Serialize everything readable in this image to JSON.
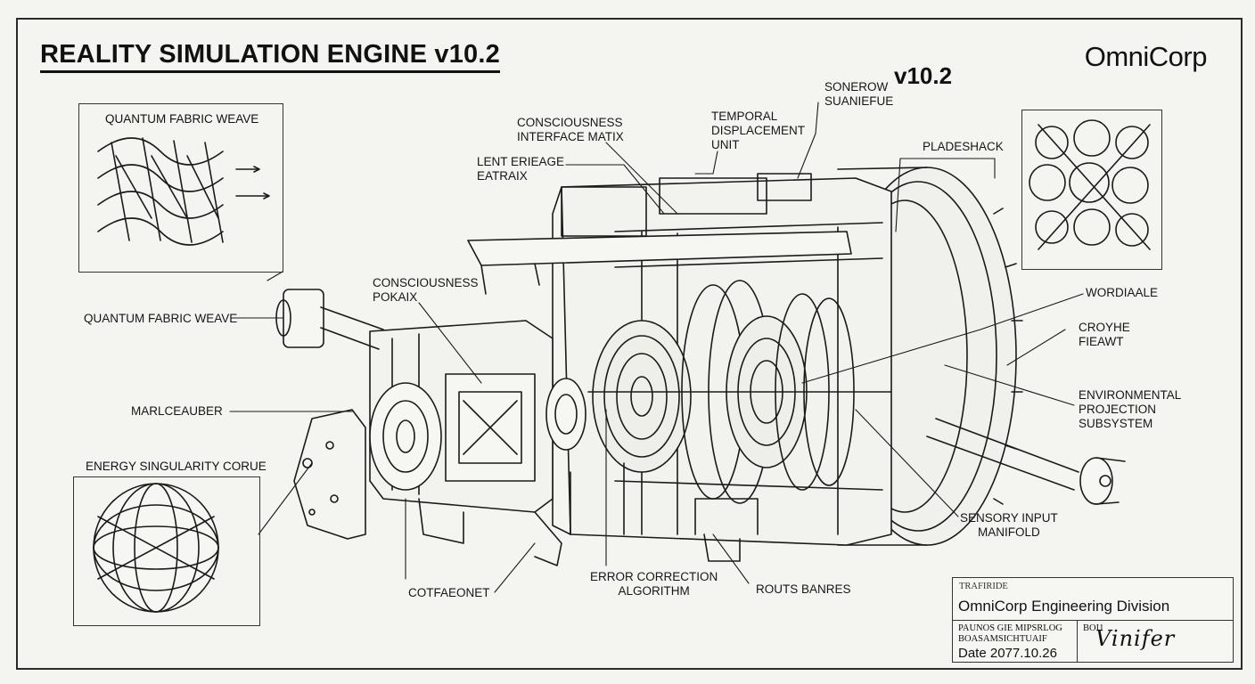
{
  "header": {
    "title": "REALITY SIMULATION ENGINE v10.2",
    "brand": "OmniCorp",
    "version": "v10.2"
  },
  "insets": {
    "fabric_title": "QUANTUM FABRIC WEAVE",
    "core_title": "ENERGY SINGULARITY CORUE"
  },
  "labels": {
    "quantum_fabric_weave": "QUANTUM FABRIC WEAVE",
    "consciousness_matrix": [
      "CONSCIOUSNESS",
      "INTERFACE MATIX"
    ],
    "lent_eriage": [
      "LENT ERIEAGE",
      "EATRAIX"
    ],
    "temporal": [
      "TEMPORAL",
      "DISPLACEMENT",
      "UNIT"
    ],
    "sonerow": [
      "SONEROW",
      "SUANIEFUE"
    ],
    "pladeshack": "PLADESHACK",
    "consciousness_pokaix": [
      "CONSCIOUSNESS",
      "POKAIX"
    ],
    "marlceauber": "MARLCEAUBER",
    "wordiaale": "WORDIAALE",
    "croyhe": [
      "CROYHE",
      "FIEAWT"
    ],
    "environmental": [
      "ENVIRONMENTAL",
      "PROJECTION",
      "SUBSYSTEM"
    ],
    "sensory": [
      "SENSORY INPUT",
      "MANIFOLD"
    ],
    "error_correction": [
      "ERROR CORRECTION",
      "ALGORITHM"
    ],
    "routs_banres": "ROUTS BANRES",
    "cotfaeonet": "COTFAEONET"
  },
  "title_block": {
    "small_header": "TRAFIRIDE",
    "division": "OmniCorp Engineering Division",
    "line1": "PAUNOS GIE MIPSRLOG",
    "line2": "BOASAMSICHTUAIF",
    "field_code": "BOI1",
    "signature": "Vinifer",
    "date": "Date 2077.10.26"
  }
}
